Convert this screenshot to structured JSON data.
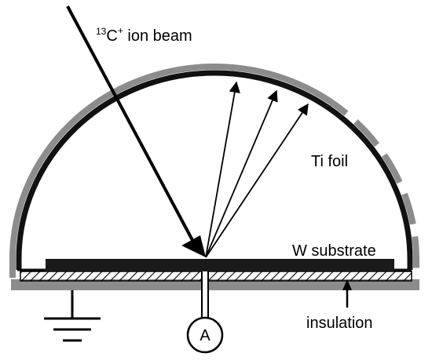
{
  "labels": {
    "beam_isotope": "13",
    "beam_element": "C",
    "beam_charge": "+",
    "beam_rest": " ion beam",
    "ti_foil": "Ti foil",
    "w_substrate": "W substrate",
    "insulation": "insulation",
    "ammeter": "A"
  },
  "colors": {
    "outer_shield": "#8c8c8c",
    "foil": "#111111",
    "substrate": "#1a1a1a",
    "hatch": "#000000"
  },
  "icons": {
    "ground": "ground-symbol-icon",
    "ammeter": "ammeter-icon"
  }
}
